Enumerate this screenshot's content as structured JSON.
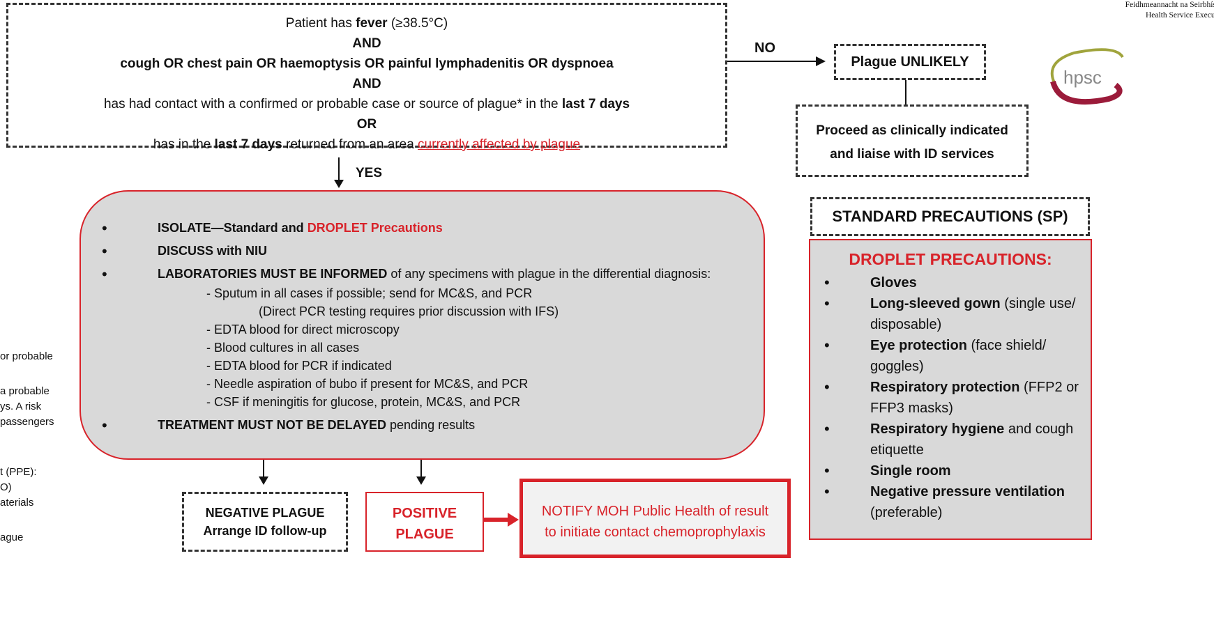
{
  "top_criteria": {
    "line1_prefix": "Patient has ",
    "line1_bold": "fever",
    "line1_suffix": " (≥38.5°C)",
    "and1": "AND",
    "symptoms": "cough OR chest pain OR haemoptysis OR painful lymphadenitis OR dyspnoea",
    "and2": "AND",
    "contact_prefix": "has had contact with a confirmed or probable case or source of plague* in the ",
    "contact_bold": "last 7 days",
    "or": "OR",
    "travel_prefix": "has in the ",
    "travel_bold": "last 7 days",
    "travel_mid": " returned from an area ",
    "travel_link": "currently affected by plague"
  },
  "arrows": {
    "no_label": "NO",
    "yes_label": "YES"
  },
  "unlikely_box": {
    "label": "Plague UNLIKELY"
  },
  "proceed_box": {
    "line1": "Proceed as clinically indicated",
    "line2": "and liaise with ID services"
  },
  "logo": {
    "line1": "Feidhmeannacht na Seirbhíse",
    "line2": "Health Service Executi",
    "brand": "hpsc",
    "accent_color": "#9b1b3a",
    "secondary_color": "#a0a43c"
  },
  "main_box": {
    "isolate_bold": "ISOLATE—Standard and ",
    "isolate_red": "DROPLET Precautions",
    "discuss": "DISCUSS with NIU",
    "labs_bold": "LABORATORIES MUST BE INFORMED",
    "labs_rest": " of any specimens with plague in the differential diagnosis:",
    "specimens": [
      "- Sputum in all cases if possible; send for MC&S, and PCR",
      "(Direct PCR testing requires prior discussion with IFS)",
      "- EDTA blood for direct microscopy",
      "- Blood cultures in all cases",
      "- EDTA blood for PCR if indicated",
      "- Needle aspiration of bubo if present for MC&S, and PCR",
      "- CSF if meningitis for glucose, protein, MC&S, and PCR"
    ],
    "treatment_bold": "TREATMENT MUST NOT BE DELAYED",
    "treatment_rest": " pending results"
  },
  "negative_box": {
    "line1": "NEGATIVE PLAGUE",
    "line2": "Arrange ID follow-up"
  },
  "positive_box": {
    "line1": "POSITIVE",
    "line2": "PLAGUE"
  },
  "notify_box": {
    "line1": "NOTIFY MOH Public Health of result",
    "line2": "to initiate contact chemoprophylaxis"
  },
  "standard_precautions": {
    "title": "STANDARD PRECAUTIONS (SP)"
  },
  "droplet_precautions": {
    "title": "DROPLET PRECAUTIONS:",
    "items": [
      {
        "bold": "Gloves",
        "rest": ""
      },
      {
        "bold": "Long-sleeved gown",
        "rest": " (single use/ disposable)"
      },
      {
        "bold": "Eye protection",
        "rest": " (face shield/ goggles)"
      },
      {
        "bold": "Respiratory protection",
        "rest": " (FFP2 or FFP3 masks)"
      },
      {
        "bold": "Respiratory hygiene",
        "rest": " and cough etiquette"
      },
      {
        "bold": "Single room",
        "rest": ""
      },
      {
        "bold": "Negative pressure ventilation",
        "rest": " (preferable)"
      }
    ]
  },
  "left_fragments": [
    "or probable",
    "a probable",
    "ys. A risk",
    "passengers",
    "t (PPE):",
    "O)",
    "aterials",
    "ague"
  ],
  "colors": {
    "red": "#d8232a",
    "grey_fill": "#d9d9d9",
    "red_border": "#d8232a"
  }
}
